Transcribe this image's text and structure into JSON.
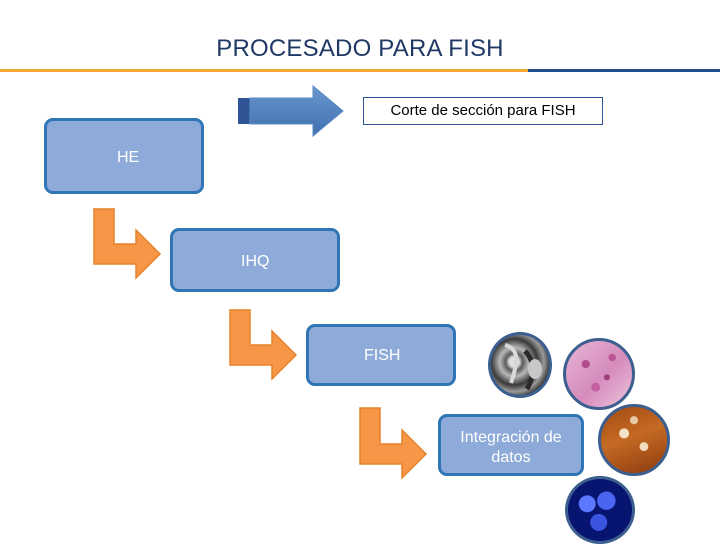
{
  "title": "PROCESADO PARA FISH",
  "callout": "Corte de sección para FISH",
  "steps": [
    {
      "label": "HE"
    },
    {
      "label": "IHQ"
    },
    {
      "label": "FISH"
    },
    {
      "label": "Integración de datos"
    }
  ],
  "images": [
    {
      "name": "grayscale-scan-image"
    },
    {
      "name": "pink-tissue-histology-image"
    },
    {
      "name": "brown-stained-ihc-image"
    },
    {
      "name": "blue-fish-fluorescence-image"
    }
  ],
  "colors": {
    "title": "#1f3864",
    "box_fill": "#8eaad8",
    "box_border": "#2e75b6",
    "step_arrow": "#f79646",
    "main_arrow": "#4f81bd",
    "rule_orange": "#f0a830",
    "rule_blue": "#1f4e8c"
  }
}
